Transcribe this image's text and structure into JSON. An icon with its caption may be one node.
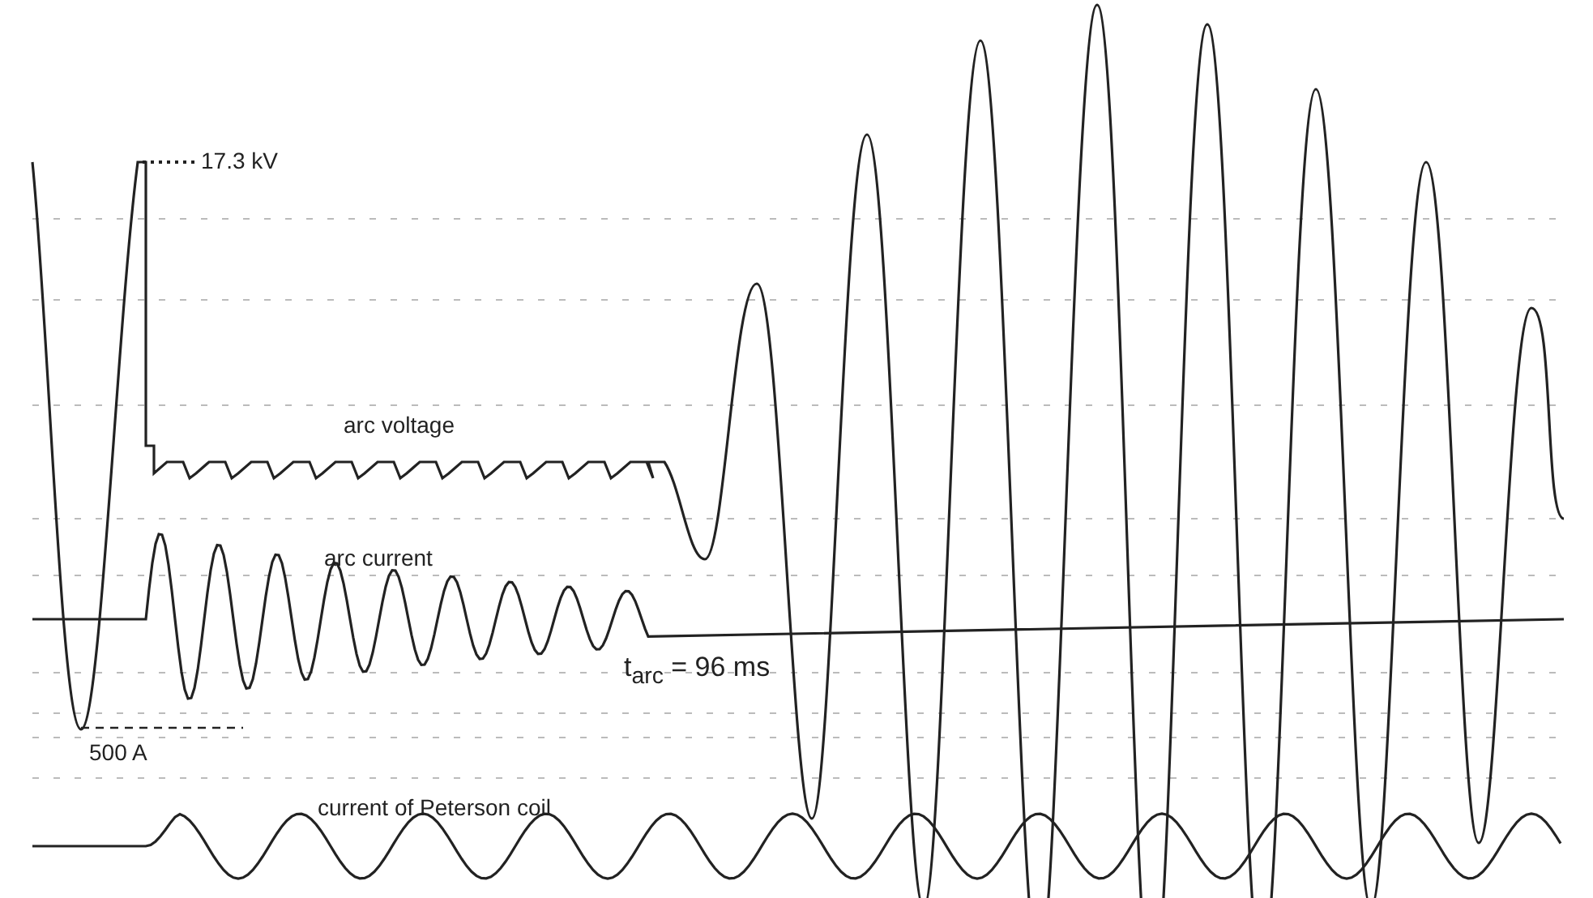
{
  "diagram": {
    "labels": [
      "17.3 kV",
      "arc voltage",
      "arc current",
      "t$_{arc}$ = 96 ms",
      "500 A",
      "current of Peterson coil"
    ]
  }
}
